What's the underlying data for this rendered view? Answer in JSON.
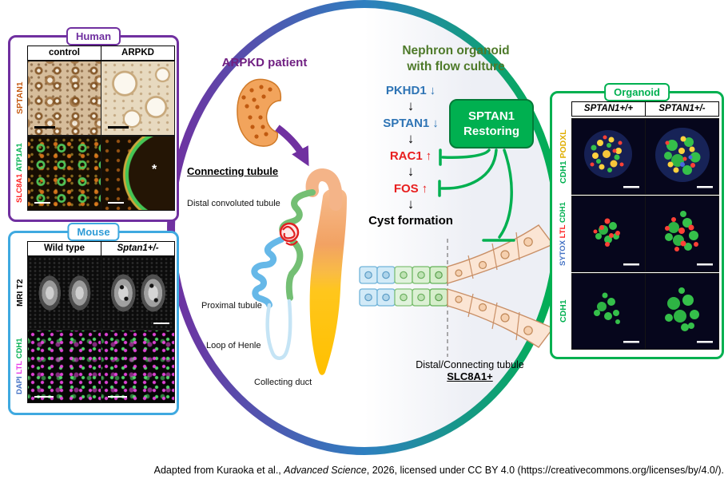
{
  "caption": {
    "part1": "Adapted from Kuraoka et al., ",
    "journal": "Advanced Science",
    "part2": ", 2026, licensed under CC BY 4.0 (https://creativecommons.org/licenses/by/4.0/)."
  },
  "human": {
    "title": "Human",
    "col1": "control",
    "col2": "ARPKD",
    "row1_label": "SPTAN1",
    "row2_label_part1": "SLC8A1",
    "row2_label_part2": "ATP1A1",
    "asterisk": "*"
  },
  "mouse": {
    "title": "Mouse",
    "col1": "Wild type",
    "col2": "Sptan1+/-",
    "row1_label": "MRI T2",
    "row2_label_part1": "DAPI",
    "row2_label_part2": "LTL",
    "row2_label_part3": "CDH1"
  },
  "organoid": {
    "title": "Organoid",
    "col1": "SPTAN1+/+",
    "col2": "SPTAN1+/-",
    "row1_label_part1": "CDH1",
    "row1_label_part2": "PODXL",
    "row2_label_part1": "SYTOX",
    "row2_label_part2": "LTL",
    "row2_label_part3": "CDH1",
    "row3_label": "CDH1"
  },
  "center": {
    "patient_title": "ARPKD patient",
    "connecting_tubule": "Connecting tubule",
    "nephron": {
      "distal": "Distal convoluted tubule",
      "proximal": "Proximal tubule",
      "henle": "Loop of Henle",
      "collecting": "Collecting duct"
    },
    "flow_title_line1": "Nephron organoid",
    "flow_title_line2": "with flow culture",
    "pathway": {
      "pkhd1": "PKHD1",
      "sptan1": "SPTAN1",
      "rac1": "RAC1",
      "fos": "FOS",
      "cyst": "Cyst formation",
      "down": "↓",
      "up": "↑",
      "step_arrow": "↓"
    },
    "restore_line1": "SPTAN1",
    "restore_line2": "Restoring",
    "tubule_label_line1": "Distal/Connecting tubule",
    "tubule_label_line2": "SLC8A1+"
  },
  "colors": {
    "human_accent": "#7030a0",
    "mouse_accent": "#3fa9e0",
    "organoid_accent": "#00b050",
    "pathway_blue": "#2e74b5",
    "pathway_red": "#e81e1e",
    "restore_green": "#00b050",
    "flow_title_green": "#4e7a2a",
    "patient_purple": "#702082"
  }
}
